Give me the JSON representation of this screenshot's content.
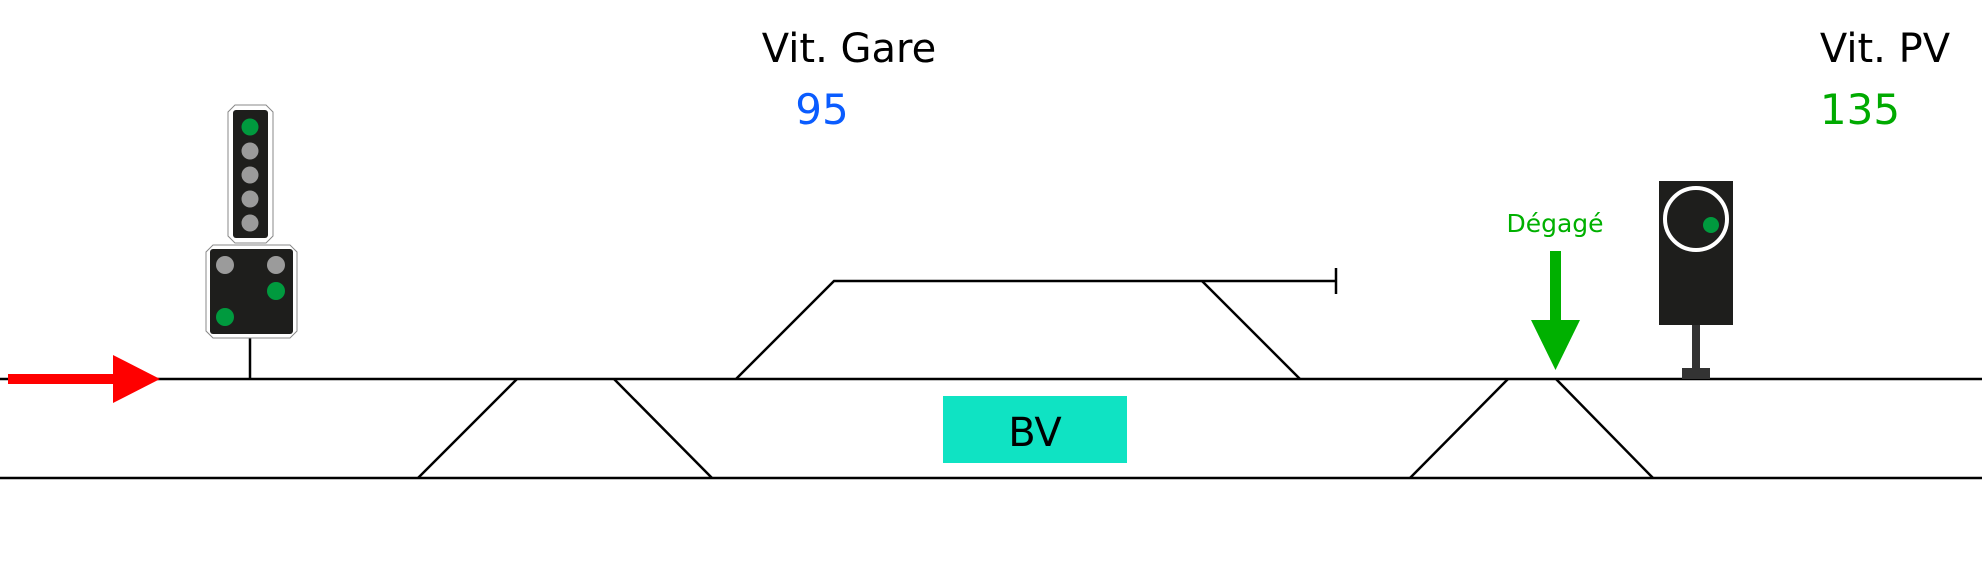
{
  "speed_gare": {
    "label": "Vit. Gare",
    "value": "95",
    "color": "#0a5cff"
  },
  "speed_pv": {
    "label": "Vit. PV",
    "value": "135",
    "color": "#00aa00"
  },
  "track_status": {
    "label": "Dégagé",
    "color": "#00b000"
  },
  "station": {
    "label": "BV",
    "color": "#0fe3c3"
  },
  "direction_arrow": {
    "color": "#ff0000",
    "icon": "arrow-right-icon"
  },
  "signal_main": {
    "top_lights": [
      "green",
      "off",
      "off",
      "off",
      "off"
    ],
    "bottom_lights": [
      "off",
      "off",
      "green",
      "green"
    ]
  },
  "signal_pv": {
    "light": "green"
  },
  "colors": {
    "light_green": "#009a3e",
    "light_off": "#9b9b9b",
    "panel": "#1e1e1c"
  }
}
